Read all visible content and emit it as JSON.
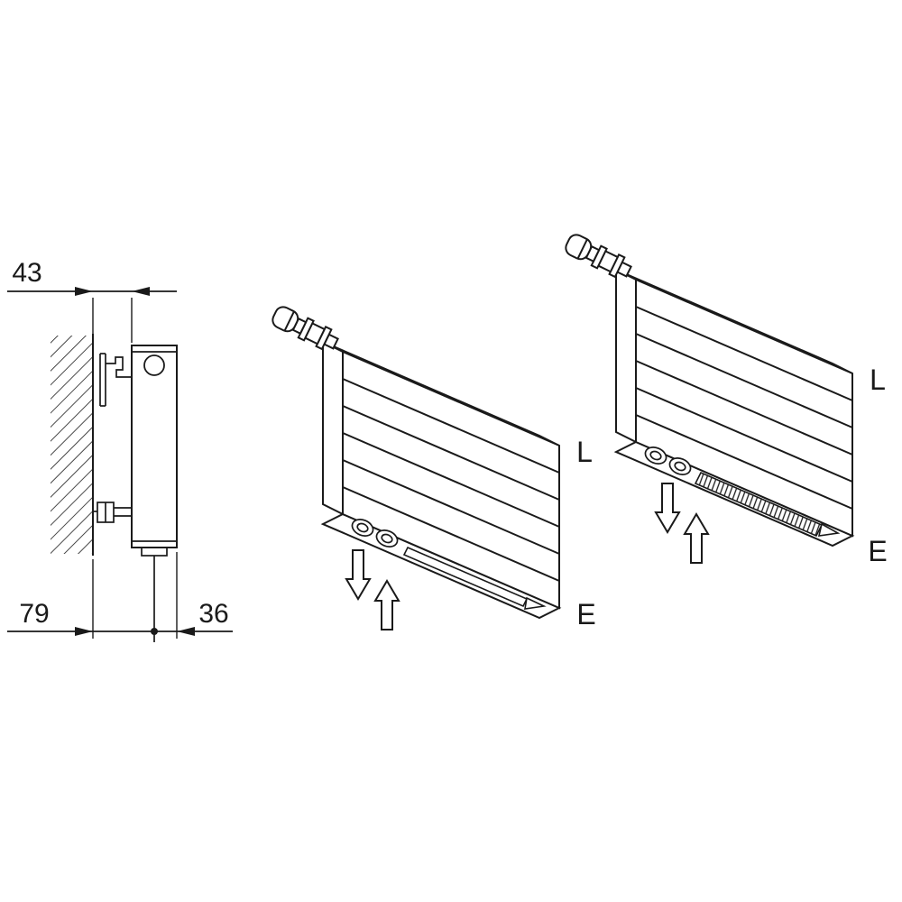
{
  "diagram": {
    "side_view": {
      "dim_top": "43",
      "dim_bottom_left": "79",
      "dim_bottom_right": "36"
    },
    "middle_radiator": {
      "label_length": "L",
      "label_end": "E"
    },
    "right_radiator": {
      "label_length": "L",
      "label_end": "E"
    }
  },
  "colors": {
    "line": "#1a1a1a",
    "background": "#ffffff"
  }
}
